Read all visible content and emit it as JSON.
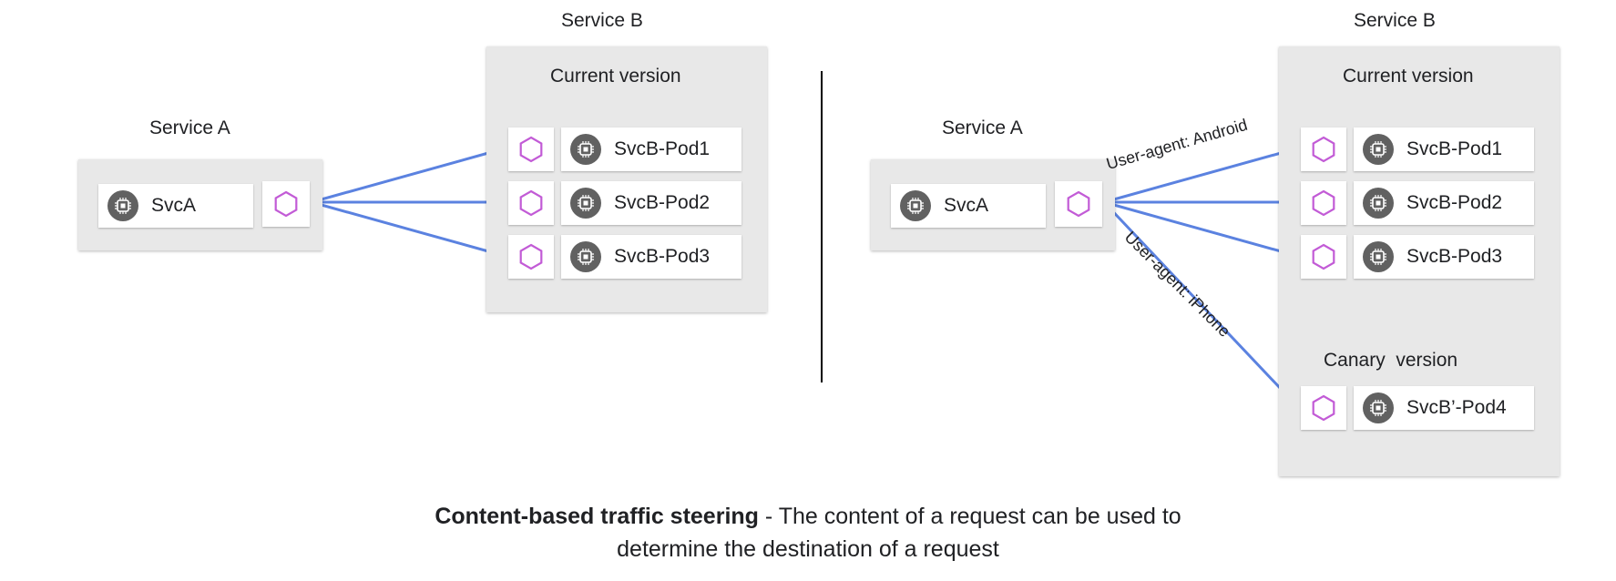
{
  "left": {
    "service_a": {
      "title": "Service A",
      "pod_label": "SvcA"
    },
    "service_b": {
      "title": "Service B",
      "current_version_title": "Current version",
      "pods": [
        "SvcB-Pod1",
        "SvcB-Pod2",
        "SvcB-Pod3"
      ]
    }
  },
  "right": {
    "service_a": {
      "title": "Service A",
      "pod_label": "SvcA"
    },
    "service_b": {
      "title": "Service B",
      "current_version_title": "Current version",
      "pods": [
        "SvcB-Pod1",
        "SvcB-Pod2",
        "SvcB-Pod3"
      ],
      "canary_version_title": "Canary  version",
      "canary_pods": [
        "SvcB’-Pod4"
      ]
    },
    "edge_labels": {
      "android": "User-agent: Android",
      "iphone": "User-agent: iPhone"
    }
  },
  "caption": {
    "bold": "Content-based traffic steering",
    "rest_line1": " - The content of a request can be used to",
    "line2": "determine the destination of a request"
  },
  "colors": {
    "arrow": "#5b82e0",
    "hexagon": "#c25bd6",
    "panel": "#e8e8e8",
    "chip": "#616161"
  },
  "icons": {
    "pod": "chip-icon",
    "proxy": "hexagon-icon"
  }
}
